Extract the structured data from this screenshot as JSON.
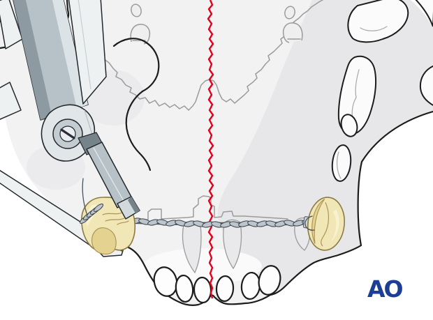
{
  "meta": {
    "title": "Surgical illustration - wire fixation across a midline mandible fracture",
    "kind": "medical-illustration"
  },
  "figure": {
    "parts": [
      "mandible-bone",
      "symphysis-fracture-line",
      "twisted-interdental-wire",
      "left-anchor-tooth",
      "right-anchor-tooth",
      "wire-twisting-forceps",
      "empty-tooth-sockets",
      "tooth-crypt-openings",
      "bone-contour-lines",
      "foramina-marks"
    ],
    "tooth_socket_count": 6
  },
  "colors": {
    "background": "#ffffff",
    "bone-fill": "#f2f2f3",
    "bone-shade": "#e7e7e9",
    "bone-outline": "#1c1c1c",
    "contour-gray": "#9b9b9b",
    "fracture-red": "#e2001a",
    "tooth-fill": "#f1e6b6",
    "tooth-shade": "#e4d291",
    "tooth-outline": "#8b7a42",
    "wire-fill": "#bcc5cb",
    "wire-outline": "#3a424a",
    "steel-light": "#eef1f2",
    "steel-mid": "#b7c2c8",
    "steel-dark": "#8d9aa2",
    "logo-blue": "#1c3e94"
  },
  "logo": {
    "text": "AO"
  }
}
